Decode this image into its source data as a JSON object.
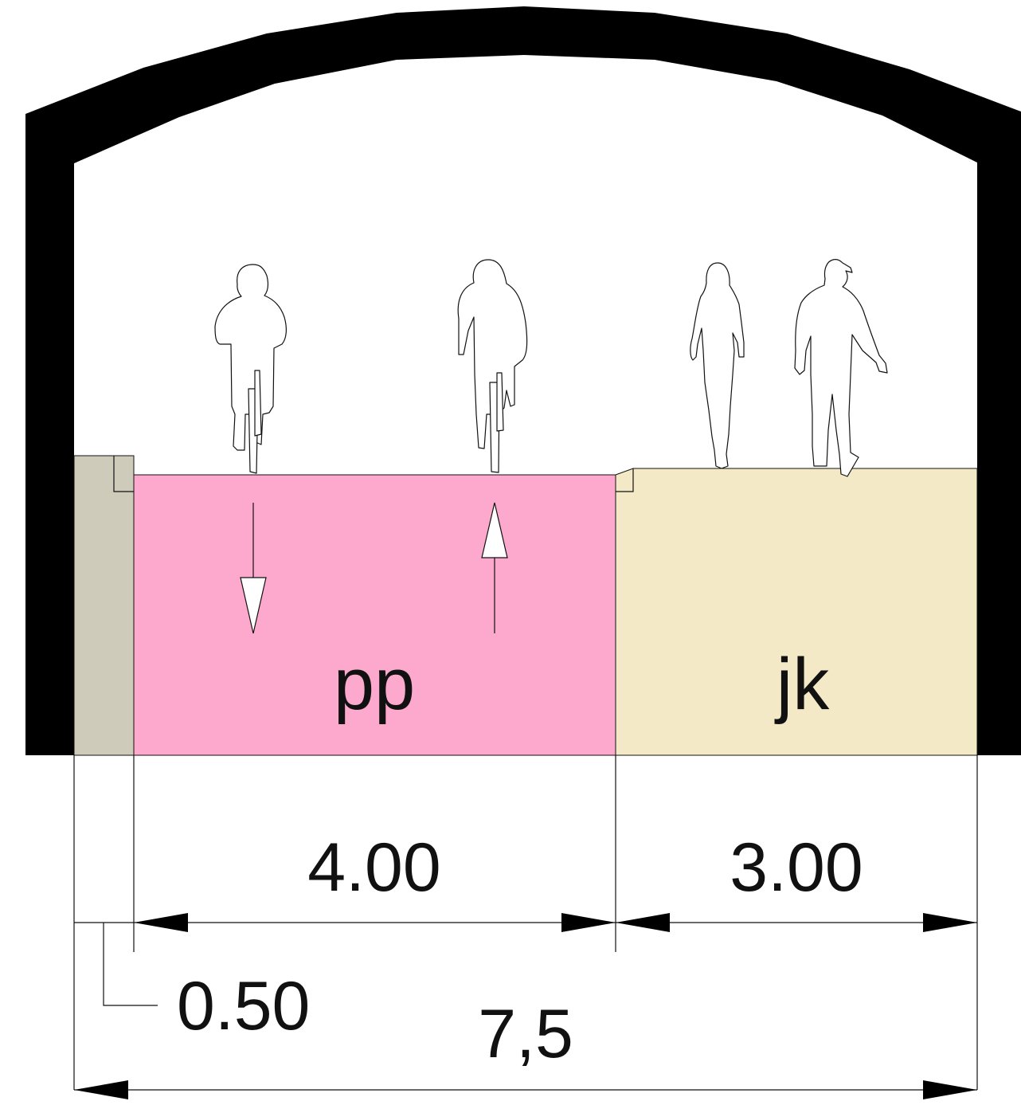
{
  "lanes": {
    "cycle_path": {
      "label": "pp",
      "color": "#fca9cd"
    },
    "footway": {
      "label": "jk",
      "color": "#f4e9c6"
    },
    "curb_strip": {
      "color": "#cfcbbb"
    }
  },
  "structure": {
    "color": "#000000"
  },
  "dimensions": {
    "cycle_path_width": "4.00",
    "footway_width": "3.00",
    "curb_width": "0.50",
    "total_width": "7,5"
  },
  "icons": {
    "cyclists": [
      "cyclist-icon",
      "cyclist-icon"
    ],
    "pedestrians": [
      "pedestrian-woman-icon",
      "pedestrian-man-icon"
    ],
    "arrows": [
      "arrow-down-icon",
      "arrow-up-icon"
    ]
  }
}
